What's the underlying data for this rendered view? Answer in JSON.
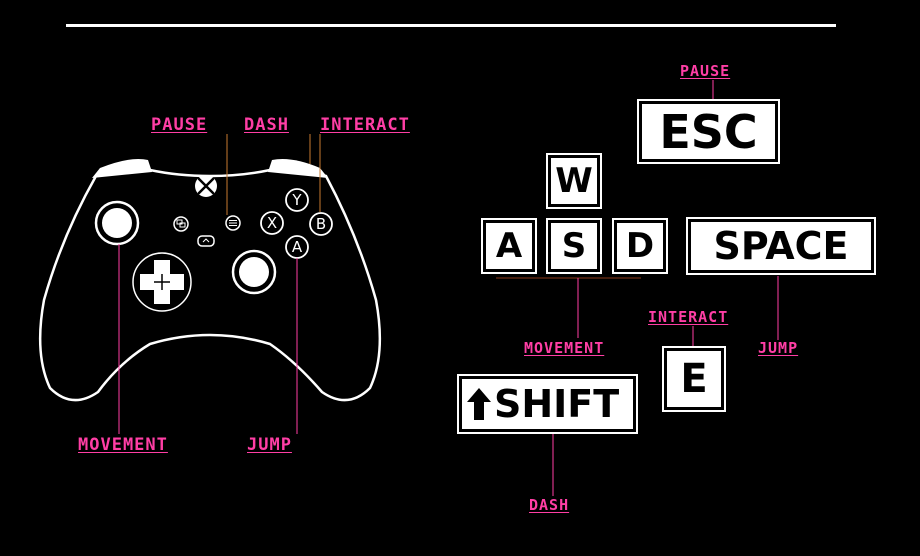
{
  "controller": {
    "labels": {
      "pause": "PAUSE",
      "dash": "DASH",
      "interact": "INTERACT",
      "movement": "MOVEMENT",
      "jump": "JUMP"
    },
    "face_buttons": {
      "y": "Y",
      "x": "X",
      "b": "B",
      "a": "A"
    },
    "logo_icon": "xbox-logo-icon"
  },
  "keyboard": {
    "keys": {
      "esc": "ESC",
      "w": "W",
      "a": "A",
      "s": "S",
      "d": "D",
      "space": "SPACE",
      "e": "E",
      "shift": "SHIFT"
    },
    "shift_icon": "up-arrow-icon",
    "labels": {
      "pause": "PAUSE",
      "movement": "MOVEMENT",
      "interact": "INTERACT",
      "jump": "JUMP",
      "dash": "DASH"
    }
  },
  "colors": {
    "accent": "#ff3ea5",
    "background": "#000000",
    "foreground": "#ffffff"
  }
}
